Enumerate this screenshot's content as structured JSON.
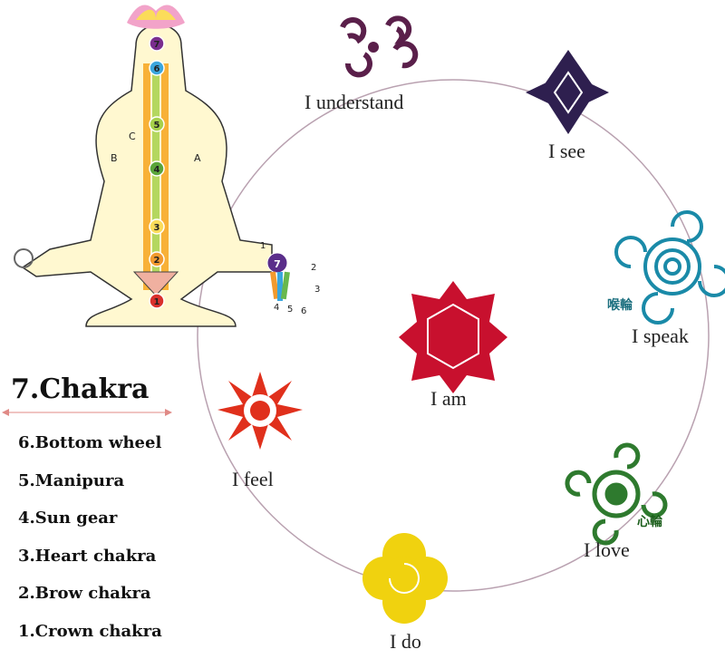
{
  "cycle": {
    "understand": {
      "label": "I understand",
      "color": "#5a1f4a"
    },
    "see": {
      "label": "I see",
      "color": "#2e1f4f"
    },
    "speak": {
      "label": "I speak",
      "color": "#1a8aa8",
      "cjk": "喉輪"
    },
    "love": {
      "label": "I love",
      "color": "#2e7a2e",
      "cjk": "心輪"
    },
    "do": {
      "label": "I do",
      "color": "#f0d20f"
    },
    "feel": {
      "label": "I feel",
      "color": "#e0301c"
    },
    "am": {
      "label": "I am",
      "color": "#c8102e"
    }
  },
  "figure": {
    "chakra_numbers": [
      "7",
      "6",
      "5",
      "4",
      "3",
      "2",
      "1"
    ],
    "channel_letters": {
      "a": "A",
      "b": "B",
      "c": "C"
    },
    "hand_numbers": [
      "1",
      "2",
      "3",
      "4",
      "5",
      "6",
      "7"
    ]
  },
  "legend": {
    "title": "7.Chakra",
    "items": [
      "6.Bottom wheel",
      "5.Manipura",
      "4.Sun gear",
      "3.Heart chakra",
      "2.Brow chakra",
      "1.Crown chakra"
    ]
  }
}
